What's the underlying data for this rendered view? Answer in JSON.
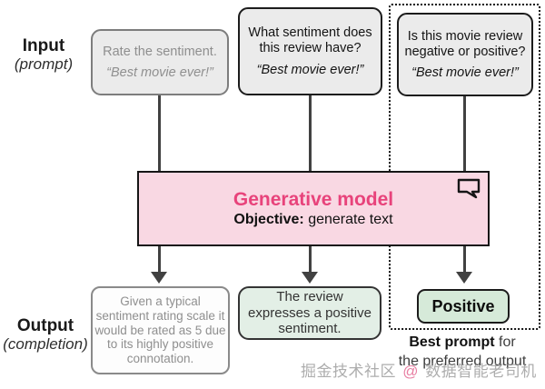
{
  "labels": {
    "input_title": "Input",
    "input_sub": "(prompt)",
    "output_title": "Output",
    "output_sub": "(completion)"
  },
  "inputs": [
    {
      "question": "Rate the sentiment.",
      "quote": "“Best movie ever!”"
    },
    {
      "question": "What sentiment does this review have?",
      "quote": "“Best movie ever!”"
    },
    {
      "question": "Is this movie review negative or positive?",
      "quote": "“Best movie ever!”"
    }
  ],
  "model": {
    "title": "Generative model",
    "objective_label": "Objective:",
    "objective_rest": " generate text"
  },
  "outputs": [
    {
      "text": "Given a typical sentiment rating scale it would be rated as 5 due to its highly positive connotation."
    },
    {
      "text": "The review expresses a positive sentiment."
    },
    {
      "text": "Positive"
    }
  ],
  "caption": {
    "bold": "Best prompt",
    "rest": " for",
    "line2": "the preferred output"
  },
  "watermark": {
    "left": "掘金技术社区 ",
    "at": "@",
    "right": " 数据智能老司机"
  },
  "icons": {
    "speech_bubble": "speech-bubble-icon"
  },
  "colors": {
    "line": "#414141",
    "accent_pink": "#e8437b",
    "model_bg": "#f9d8e3",
    "box_gray_bg": "#ebebeb",
    "gray_border": "#7d7d7d",
    "gray_text": "#8f8f8f",
    "mint_bg": "#e3efe6",
    "mint_deep_bg": "#d6ead9",
    "dark_border": "#1c1c1c"
  }
}
